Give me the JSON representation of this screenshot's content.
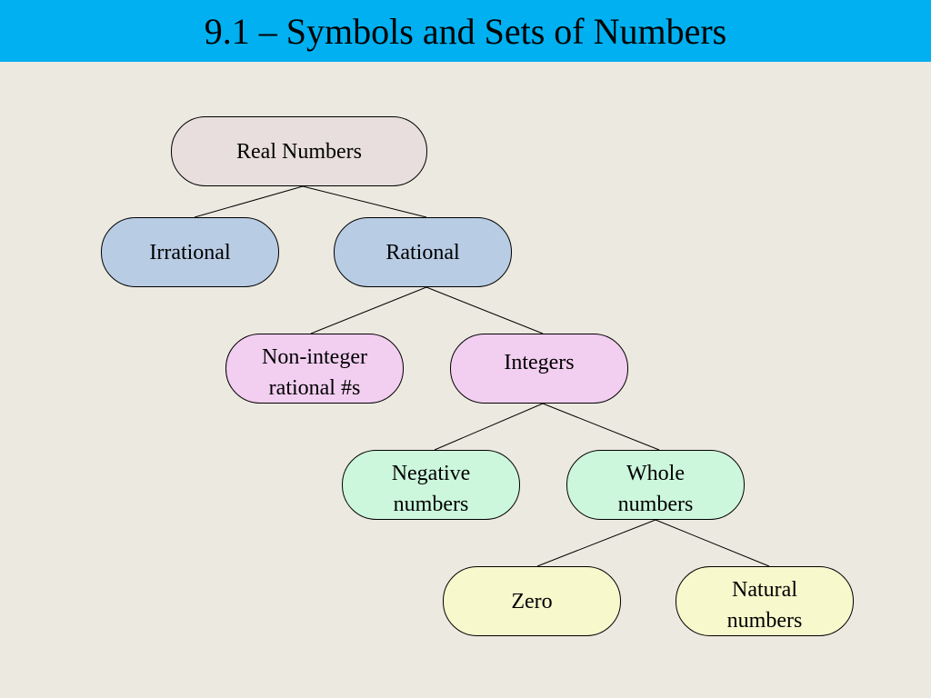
{
  "slide": {
    "title": "9.1 – Symbols and Sets of Numbers"
  },
  "nodes": {
    "real": "Real Numbers",
    "irrational": "Irrational",
    "rational": "Rational",
    "noninteger": [
      "Non-integer",
      "rational #s"
    ],
    "integers": "Integers",
    "negative": [
      "Negative",
      "numbers"
    ],
    "whole": [
      "Whole",
      "numbers"
    ],
    "zero": "Zero",
    "natural": [
      "Natural",
      "numbers"
    ]
  },
  "colors": {
    "title_bar": "#00b0f0",
    "background": "#ece9e0",
    "real": "#e7dedd",
    "level_rational": "#b8cce4",
    "level_integers": "#f2cef0",
    "level_whole": "#ccf7dc",
    "level_natural": "#f7f8cc"
  },
  "edges": [
    [
      "real",
      "irrational"
    ],
    [
      "real",
      "rational"
    ],
    [
      "rational",
      "noninteger"
    ],
    [
      "rational",
      "integers"
    ],
    [
      "integers",
      "negative"
    ],
    [
      "integers",
      "whole"
    ],
    [
      "whole",
      "zero"
    ],
    [
      "whole",
      "natural"
    ]
  ]
}
